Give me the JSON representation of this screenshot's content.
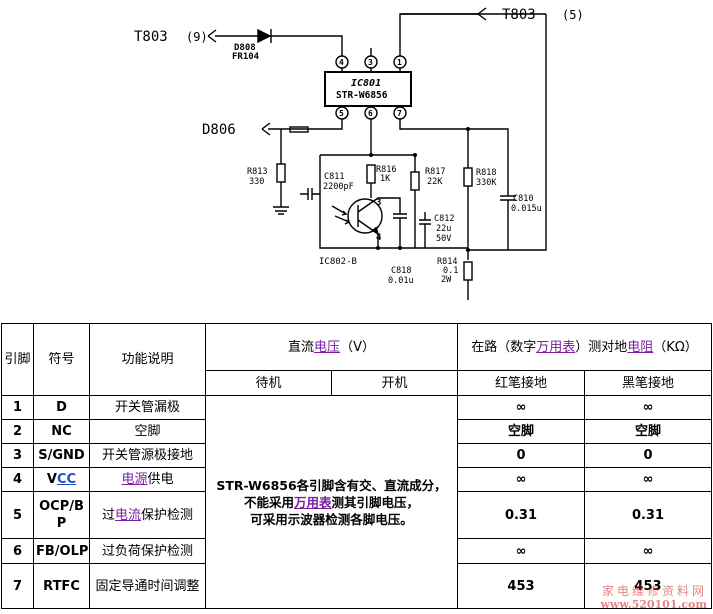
{
  "schematic": {
    "t803_top": "T803",
    "t803_top_pin": "(5)",
    "t803_left": "T803",
    "t803_left_pin": "(9)",
    "d808_name": "D808",
    "d808_type": "FR104",
    "ic801_name": "IC801",
    "ic801_model": "STR-W6856",
    "pin_numbers_top": [
      "4",
      "3",
      "1"
    ],
    "pin_numbers_bottom": [
      "5",
      "6",
      "7"
    ],
    "d806": "D806",
    "r813_name": "R813",
    "r813_value": "330",
    "r816_name": "R816",
    "r816_value": "1K",
    "c811_name": "C811",
    "c811_value": "2200pF",
    "r817_name": "R817",
    "r817_value": "22K",
    "r818_name": "R818",
    "r818_value": "330K",
    "c810_name": "C810",
    "c810_value": "0.015u",
    "c812_name": "C812",
    "c812_value1": "22u",
    "c812_value2": "50V",
    "ic802": "IC802-B",
    "opto_pin3": "3",
    "opto_pin4": "4",
    "c818_name": "C818",
    "c818_value": "0.01u",
    "r814_name": "R814",
    "r814_value1": "0.1",
    "r814_value2": "2W"
  },
  "table": {
    "header": {
      "pin": "引脚",
      "symbol": "符号",
      "function": "功能说明",
      "dc_prefix": "直流",
      "dc_link": "电压",
      "dc_suffix": "（V）",
      "res_prefix": "在路（数字",
      "res_link1": "万用表",
      "res_mid": "）测对地",
      "res_link2": "电阻",
      "res_suffix": "（KΩ）",
      "standby": "待机",
      "on": "开机",
      "red": "红笔接地",
      "black": "黑笔接地"
    },
    "note_line1": "STR-W6856各引脚含有交、直流成分，",
    "note_line2_a": "不能采用",
    "note_line2_link": "万用表",
    "note_line2_b": "测其引脚电压，",
    "note_line3": "可采用示波器检测各脚电压。",
    "rows": [
      {
        "pin": "1",
        "symbol": "D",
        "function": "开关管漏极",
        "red": "∞",
        "black": "∞"
      },
      {
        "pin": "2",
        "symbol": "NC",
        "function": "空脚",
        "red": "空脚",
        "black": "空脚"
      },
      {
        "pin": "3",
        "symbol": "S/GND",
        "function": "开关管源极接地",
        "red": "0",
        "black": "0"
      },
      {
        "pin": "4",
        "symbol_a": "V",
        "symbol_link": "CC",
        "function_link": "电源",
        "function_b": "供电",
        "red": "∞",
        "black": "∞"
      },
      {
        "pin": "5",
        "symbol": "OCP/BP",
        "function_a": "过",
        "function_link": "电流",
        "function_b": "保护检测",
        "red": "0.31",
        "black": "0.31"
      },
      {
        "pin": "6",
        "symbol": "FB/OLP",
        "function": "过负荷保护检测",
        "red": "∞",
        "black": "∞"
      },
      {
        "pin": "7",
        "symbol": "RTFC",
        "function": "固定导通时间调整",
        "red": "453",
        "black": "453"
      }
    ]
  },
  "watermark": {
    "line1": "家电维修资料网",
    "line2": "www.520101.com"
  }
}
